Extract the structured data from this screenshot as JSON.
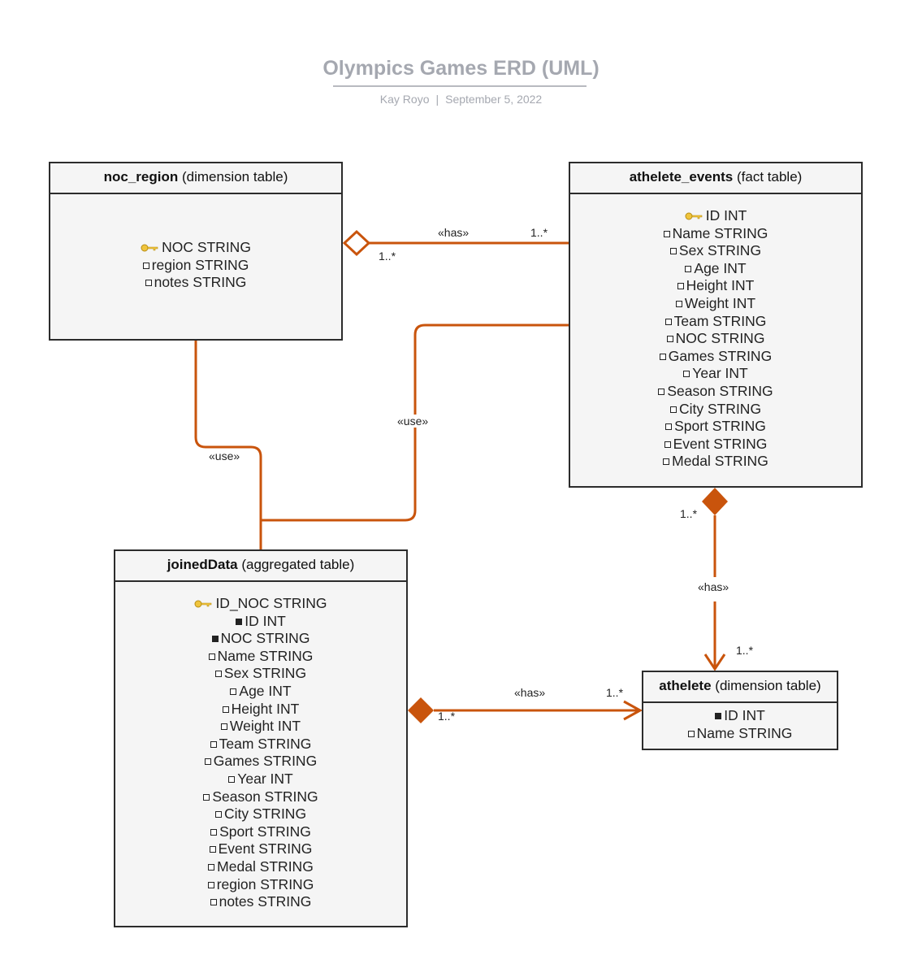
{
  "title": "Olympics Games ERD (UML)",
  "author": "Kay Royo",
  "separator": "|",
  "date": "September 5, 2022",
  "colors": {
    "connector": "#c9540c",
    "title": "#a5a8b0",
    "table_fill": "#f5f5f5"
  },
  "tables": {
    "noc_region": {
      "name": "noc_region",
      "kind": "(dimension table)",
      "columns": [
        {
          "icon": "key-icon",
          "text": "NOC STRING"
        },
        {
          "icon": "attribute-icon",
          "text": "region STRING"
        },
        {
          "icon": "attribute-icon",
          "text": "notes STRING"
        }
      ]
    },
    "athelete_events": {
      "name": "athelete_events",
      "kind": "(fact table)",
      "columns": [
        {
          "icon": "key-icon",
          "text": "ID INT"
        },
        {
          "icon": "attribute-icon",
          "text": "Name STRING"
        },
        {
          "icon": "attribute-icon",
          "text": "Sex STRING"
        },
        {
          "icon": "attribute-icon",
          "text": "Age INT"
        },
        {
          "icon": "attribute-icon",
          "text": "Height INT"
        },
        {
          "icon": "attribute-icon",
          "text": "Weight INT"
        },
        {
          "icon": "attribute-icon",
          "text": "Team STRING"
        },
        {
          "icon": "attribute-icon",
          "text": "NOC STRING"
        },
        {
          "icon": "attribute-icon",
          "text": "Games STRING"
        },
        {
          "icon": "attribute-icon",
          "text": "Year INT"
        },
        {
          "icon": "attribute-icon",
          "text": "Season STRING"
        },
        {
          "icon": "attribute-icon",
          "text": "City STRING"
        },
        {
          "icon": "attribute-icon",
          "text": "Sport STRING"
        },
        {
          "icon": "attribute-icon",
          "text": "Event STRING"
        },
        {
          "icon": "attribute-icon",
          "text": "Medal STRING"
        }
      ]
    },
    "joinedData": {
      "name": "joinedData",
      "kind": "(aggregated table)",
      "columns": [
        {
          "icon": "key-icon",
          "text": "ID_NOC STRING"
        },
        {
          "icon": "foreign-key-icon",
          "text": "ID INT"
        },
        {
          "icon": "foreign-key-icon",
          "text": "NOC STRING"
        },
        {
          "icon": "attribute-icon",
          "text": "Name STRING"
        },
        {
          "icon": "attribute-icon",
          "text": "Sex STRING"
        },
        {
          "icon": "attribute-icon",
          "text": "Age INT"
        },
        {
          "icon": "attribute-icon",
          "text": "Height INT"
        },
        {
          "icon": "attribute-icon",
          "text": "Weight INT"
        },
        {
          "icon": "attribute-icon",
          "text": "Team STRING"
        },
        {
          "icon": "attribute-icon",
          "text": "Games STRING"
        },
        {
          "icon": "attribute-icon",
          "text": "Year INT"
        },
        {
          "icon": "attribute-icon",
          "text": "Season STRING"
        },
        {
          "icon": "attribute-icon",
          "text": "City STRING"
        },
        {
          "icon": "attribute-icon",
          "text": "Sport STRING"
        },
        {
          "icon": "attribute-icon",
          "text": "Event STRING"
        },
        {
          "icon": "attribute-icon",
          "text": "Medal STRING"
        },
        {
          "icon": "attribute-icon",
          "text": "region STRING"
        },
        {
          "icon": "attribute-icon",
          "text": "notes STRING"
        }
      ]
    },
    "athelete": {
      "name": "athelete",
      "kind": "(dimension table)",
      "columns": [
        {
          "icon": "foreign-key-icon",
          "text": "ID INT"
        },
        {
          "icon": "attribute-icon",
          "text": "Name STRING"
        }
      ]
    }
  },
  "relations": {
    "has_events_region": {
      "label": "«has»",
      "mult_source": "1..*",
      "mult_target": "1..*"
    },
    "use_region_joined": {
      "label": "«use»"
    },
    "use_events_joined": {
      "label": "«use»"
    },
    "has_events_athelete": {
      "label": "«has»",
      "mult_source": "1..*",
      "mult_target": "1..*"
    },
    "has_joined_athelete": {
      "label": "«has»",
      "mult_source": "1..*",
      "mult_target": "1..*"
    }
  }
}
